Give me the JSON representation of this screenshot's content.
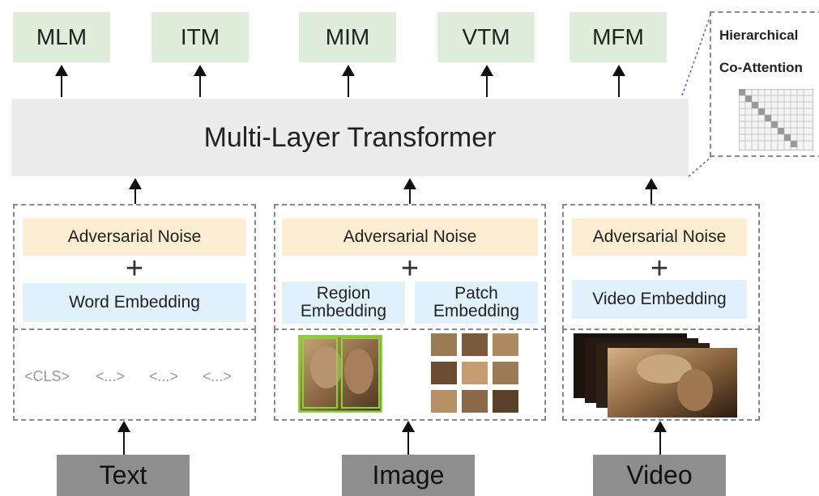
{
  "tasks": [
    "MLM",
    "ITM",
    "MIM",
    "VTM",
    "MFM"
  ],
  "transformer_label": "Multi-Layer Transformer",
  "hierarchical": {
    "line1": "Hierarchical",
    "line2": "Co-Attention"
  },
  "text_panel": {
    "noise": "Adversarial Noise",
    "plus": "+",
    "embedding": "Word Embedding",
    "tokens": [
      "<CLS>",
      "<...>",
      "<...>",
      "<...>"
    ]
  },
  "image_panel": {
    "noise": "Adversarial Noise",
    "plus": "+",
    "region_embedding": "Region Embedding",
    "patch_embedding": "Patch Embedding"
  },
  "video_panel": {
    "noise": "Adversarial Noise",
    "plus": "+",
    "embedding": "Video Embedding"
  },
  "inputs": [
    "Text",
    "Image",
    "Video"
  ],
  "colors": {
    "task_bg": "#dfeeda",
    "transformer_bg": "#ececec",
    "noise_bg": "#fbedd2",
    "embedding_bg": "#e1f1fb",
    "input_bg": "#8e8e8e"
  }
}
